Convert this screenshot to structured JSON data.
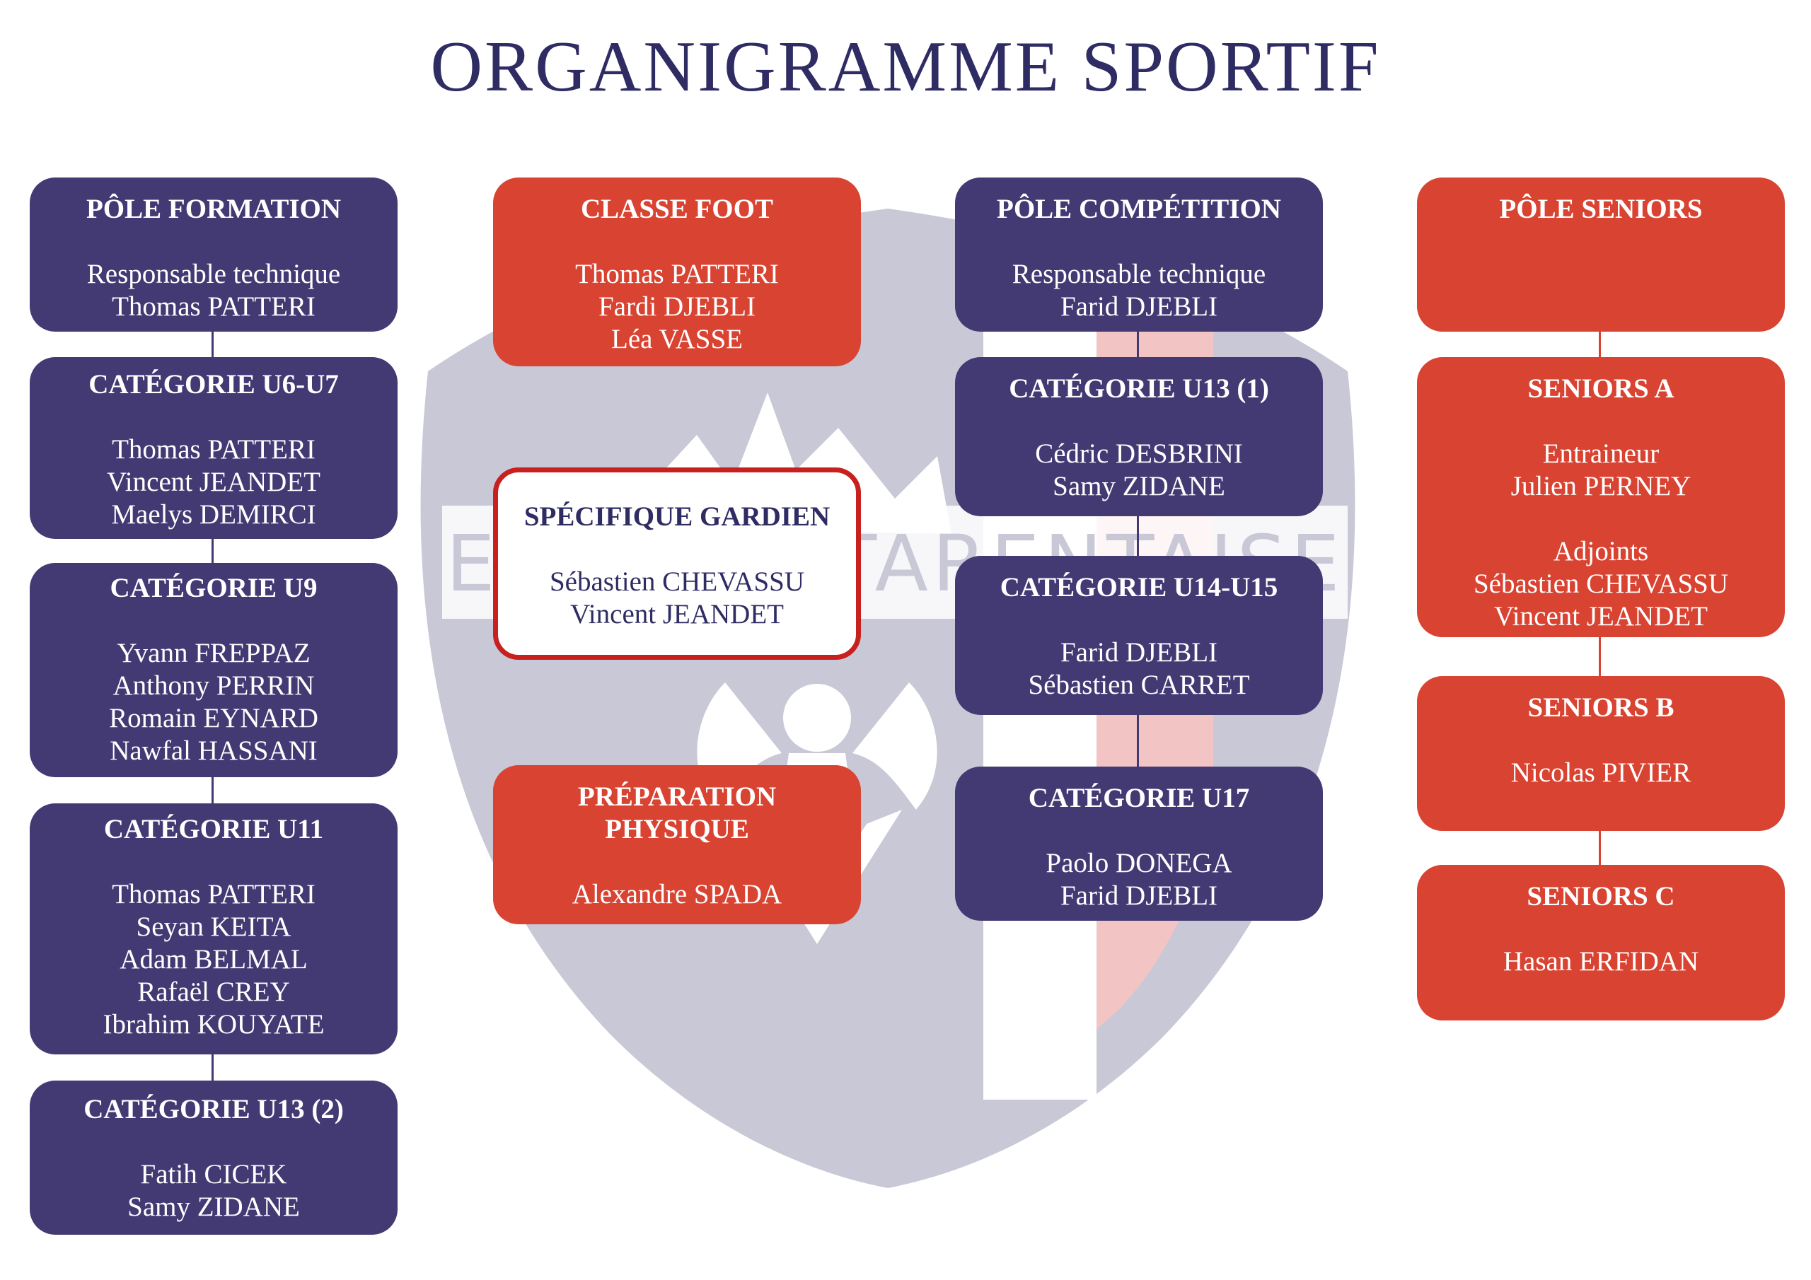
{
  "title": "ORGANIGRAMME SPORTIF",
  "colors": {
    "title": "#2e2c63",
    "navy": "#433a74",
    "red": "#d94332",
    "highlight_border": "#c8201f",
    "watermark_shield": "#c8c8d6",
    "watermark_stripe": "#f3c4c4"
  },
  "watermark": {
    "text": "E… TIVE TARENTAISE",
    "icon": "shield-eagle-mountains-crest"
  },
  "boxes": {
    "pole_formation": {
      "title": "PÔLE FORMATION",
      "lines": [
        "Responsable technique",
        "Thomas PATTERI"
      ]
    },
    "cat_u6_u7": {
      "title": "CATÉGORIE U6-U7",
      "lines": [
        "Thomas PATTERI",
        "Vincent JEANDET",
        "Maelys DEMIRCI"
      ]
    },
    "cat_u9": {
      "title": "CATÉGORIE U9",
      "lines": [
        "Yvann FREPPAZ",
        "Anthony PERRIN",
        "Romain EYNARD",
        "Nawfal HASSANI"
      ]
    },
    "cat_u11": {
      "title": "CATÉGORIE U11",
      "lines": [
        "Thomas PATTERI",
        "Seyan KEITA",
        "Adam BELMAL",
        "Rafaël CREY",
        "Ibrahim KOUYATE"
      ]
    },
    "cat_u13_2": {
      "title": "CATÉGORIE U13 (2)",
      "lines": [
        "Fatih CICEK",
        "Samy ZIDANE"
      ]
    },
    "classe_foot": {
      "title": "CLASSE FOOT",
      "lines": [
        "Thomas PATTERI",
        "Fardi DJEBLI",
        "Léa VASSE"
      ]
    },
    "specifique_gardien": {
      "title": "SPÉCIFIQUE GARDIEN",
      "lines": [
        "Sébastien CHEVASSU",
        "Vincent JEANDET"
      ]
    },
    "preparation_physique": {
      "title": "PRÉPARATION\nPHYSIQUE",
      "lines": [
        "Alexandre SPADA"
      ]
    },
    "pole_competition": {
      "title": "PÔLE COMPÉTITION",
      "lines": [
        "Responsable technique",
        "Farid DJEBLI"
      ]
    },
    "cat_u13_1": {
      "title": "CATÉGORIE U13 (1)",
      "lines": [
        "Cédric DESBRINI",
        "Samy ZIDANE"
      ]
    },
    "cat_u14_u15": {
      "title": "CATÉGORIE U14-U15",
      "lines": [
        "Farid DJEBLI",
        "Sébastien CARRET"
      ]
    },
    "cat_u17": {
      "title": "CATÉGORIE U17",
      "lines": [
        "Paolo DONEGA",
        "Farid DJEBLI"
      ]
    },
    "pole_seniors": {
      "title": "PÔLE SENIORS",
      "lines": []
    },
    "seniors_a": {
      "title": "SENIORS A",
      "lines": [
        "Entraineur",
        "Julien PERNEY",
        "",
        "Adjoints",
        "Sébastien CHEVASSU",
        "Vincent JEANDET"
      ]
    },
    "seniors_b": {
      "title": "SENIORS B",
      "lines": [
        "Nicolas PIVIER"
      ]
    },
    "seniors_c": {
      "title": "SENIORS C",
      "lines": [
        "Hasan ERFIDAN"
      ]
    }
  }
}
